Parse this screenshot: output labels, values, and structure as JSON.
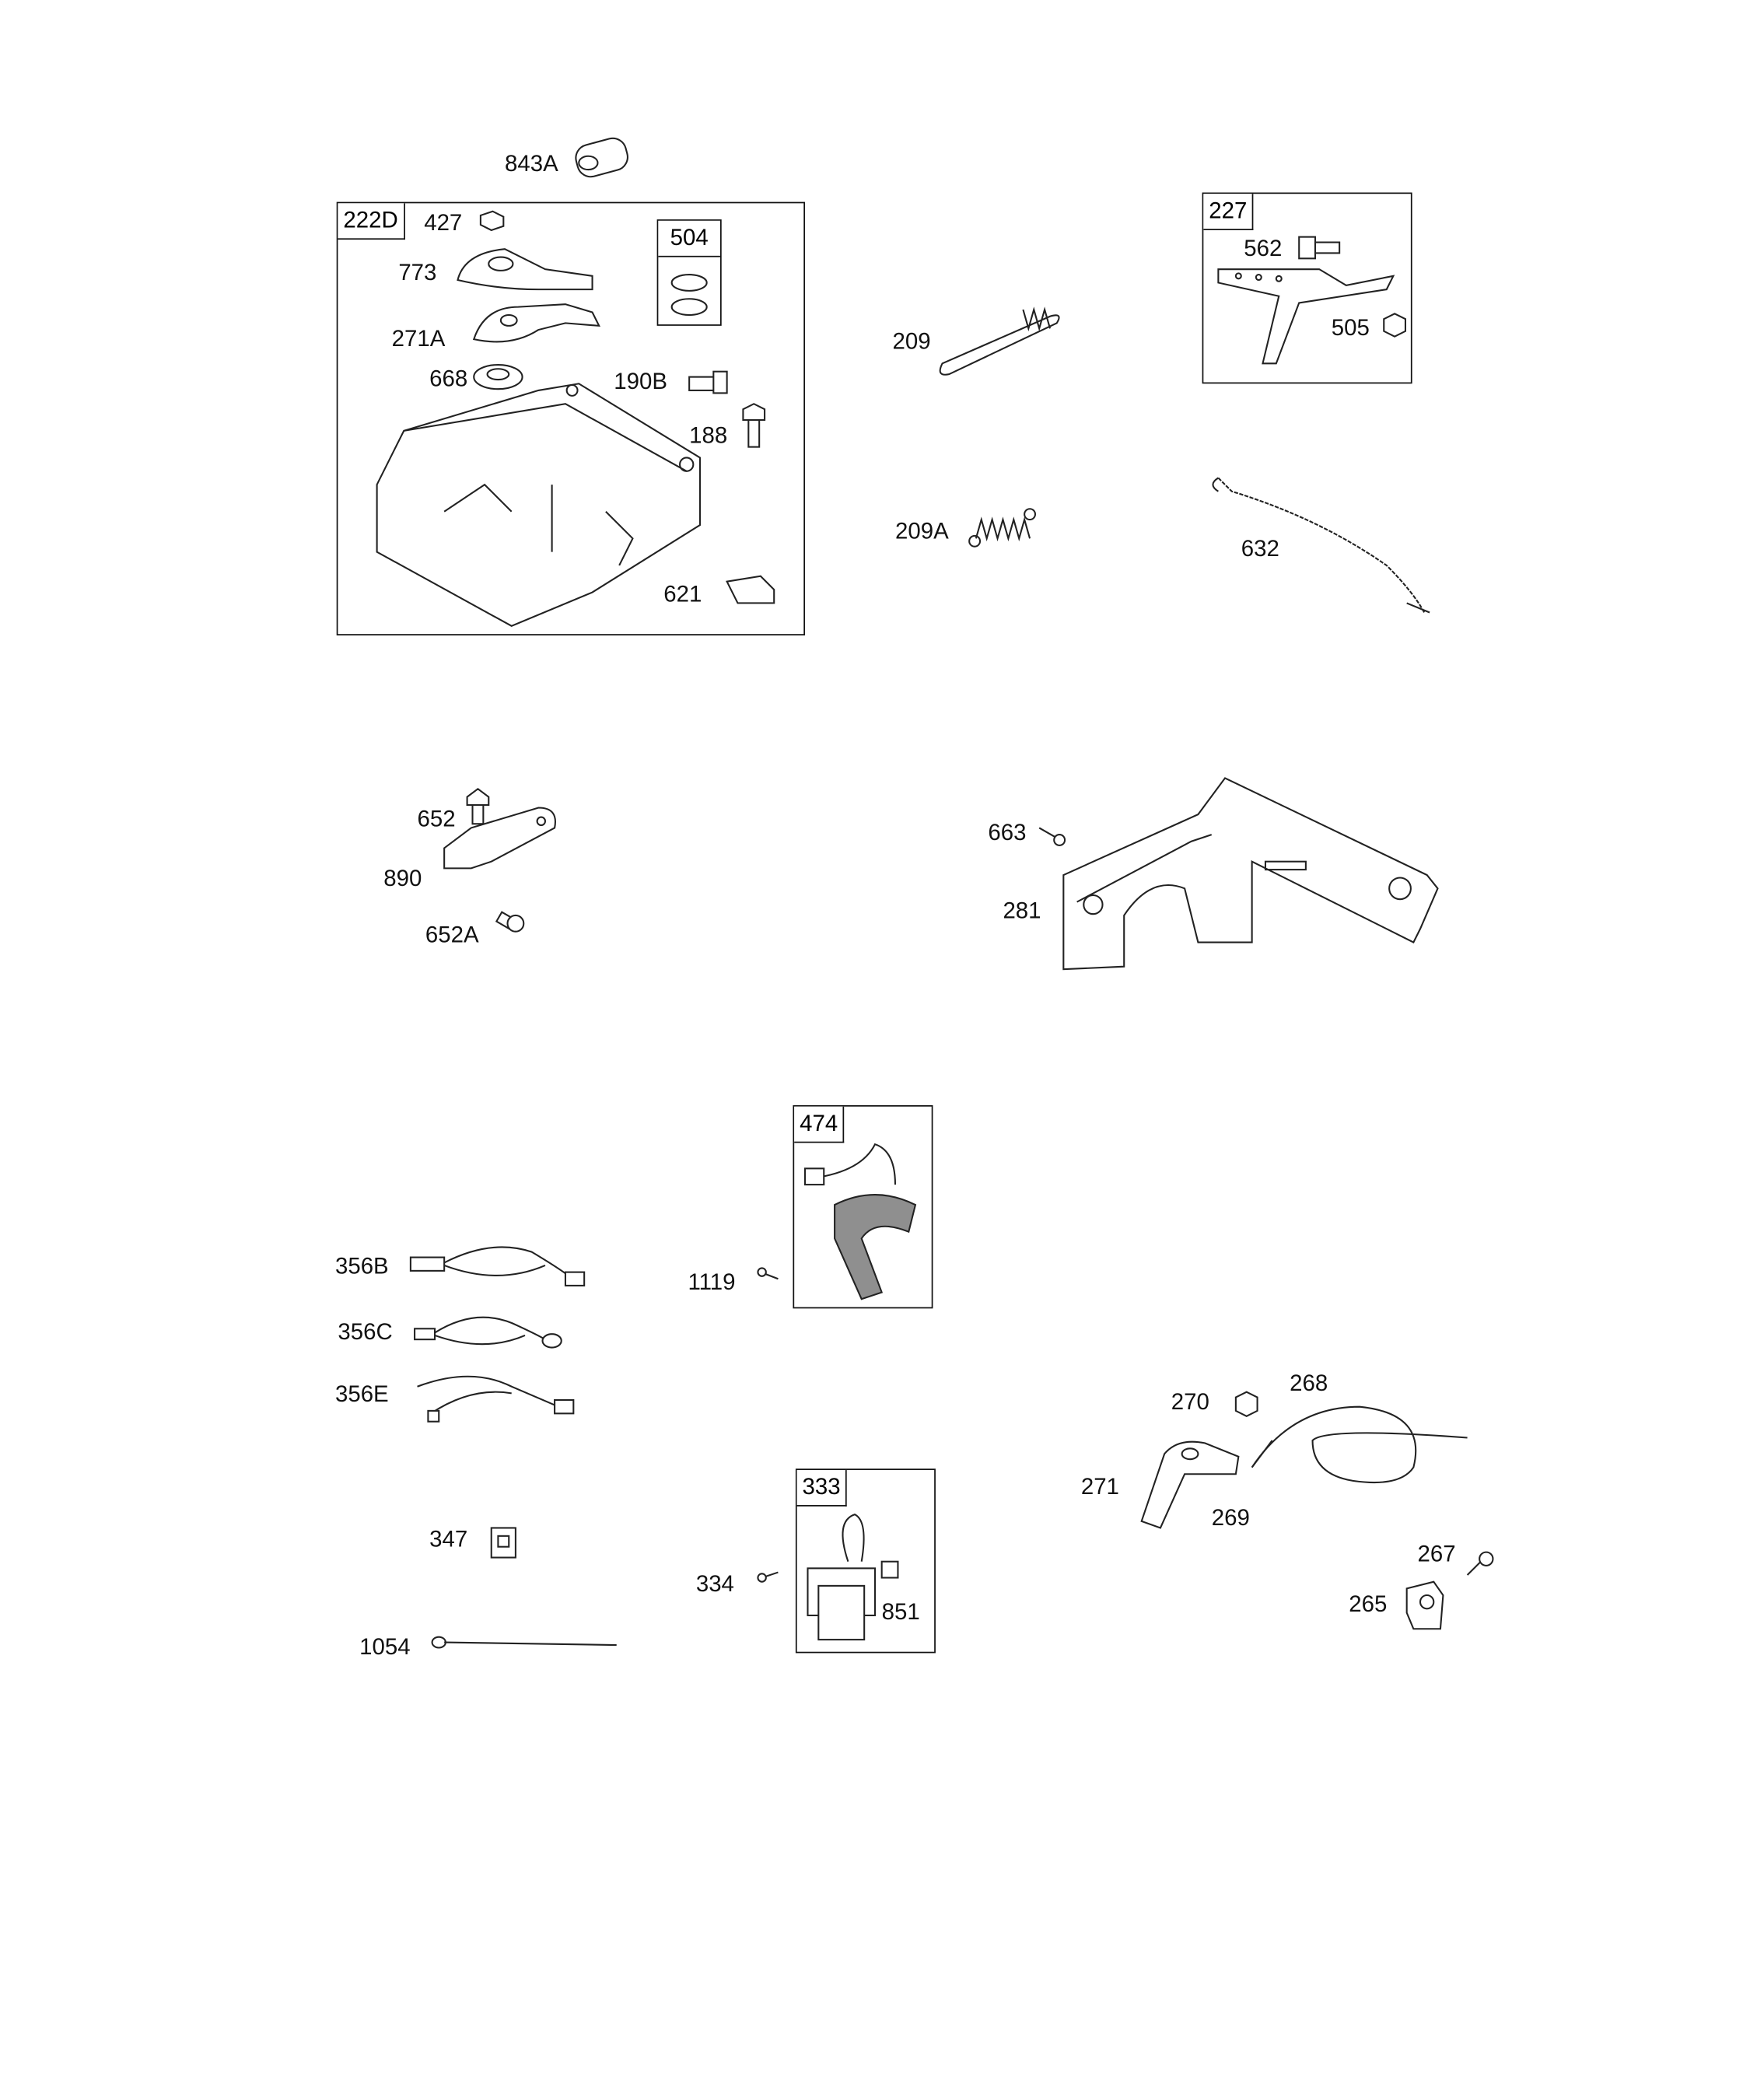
{
  "boxes": {
    "b222D": "222D",
    "b504": "504",
    "b227": "227",
    "b474": "474",
    "b333": "333"
  },
  "callouts": {
    "c843A": "843A",
    "c427": "427",
    "c773": "773",
    "c271A": "271A",
    "c668": "668",
    "c190B": "190B",
    "c188": "188",
    "c621": "621",
    "c209": "209",
    "c209A": "209A",
    "c562": "562",
    "c505": "505",
    "c632": "632",
    "c652": "652",
    "c890": "890",
    "c652A": "652A",
    "c663": "663",
    "c281": "281",
    "c1119": "1119",
    "c356B": "356B",
    "c356C": "356C",
    "c356E": "356E",
    "c347": "347",
    "c1054": "1054",
    "c334": "334",
    "c851": "851",
    "c270": "270",
    "c268": "268",
    "c271": "271",
    "c269": "269",
    "c267": "267",
    "c265": "265"
  }
}
